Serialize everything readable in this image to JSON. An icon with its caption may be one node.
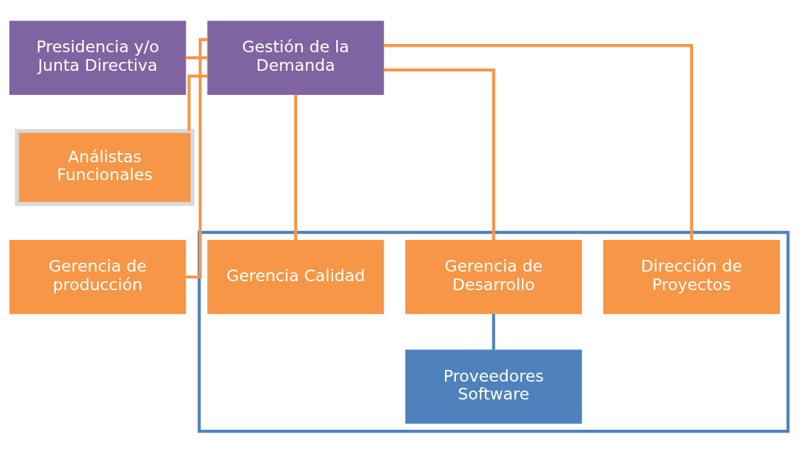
{
  "diagram": {
    "nodes": [
      {
        "text": [
          "Presidencia y/o Junta Directiva"
        ]
      },
      {
        "text": [
          "Gestión de la Demanda"
        ]
      },
      {
        "text": [
          "Análistas Funcionales"
        ]
      },
      {
        "text": [
          "Gerencia de producción"
        ]
      },
      {
        "text": [],
        "shape": "box"
      },
      {
        "text": [
          "Gerencia Calidad"
        ],
        "in": 4
      },
      {
        "text": [
          "Gerencia de Desarrollo"
        ],
        "in": 4
      },
      {
        "text": [
          "Dirección de Proyectos"
        ],
        "in": 4
      },
      {
        "text": [
          "Proveedores Software"
        ],
        "in": 4
      }
    ],
    "edges": [
      {
        "from": 0,
        "to": 1,
        "arrow": "none"
      },
      {
        "from": 1,
        "to": 2,
        "arrow": "none"
      },
      {
        "from": 1,
        "to": 3,
        "arrow": "none"
      },
      {
        "from": 1,
        "to": 5,
        "arrow": "none"
      },
      {
        "from": 1,
        "to": 6,
        "arrow": "none"
      },
      {
        "from": 1,
        "to": 7,
        "arrow": "none"
      },
      {
        "from": 6,
        "to": 8,
        "arrow": "none",
        "color": "#4f81bd"
      }
    ]
  }
}
